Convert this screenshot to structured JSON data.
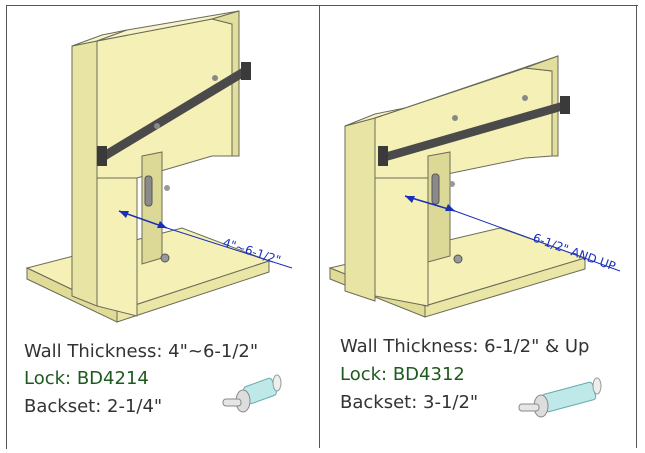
{
  "panels": [
    {
      "dimension_label": "4\"~6-1/2\"",
      "wall_thickness": "Wall Thickness: 4\"~6-1/2\"",
      "lock": "Lock:  BD4214",
      "backset": "Backset: 2-1/4\""
    },
    {
      "dimension_label": "6-1/2\" AND UP",
      "wall_thickness": "Wall Thickness: 6-1/2\" & Up",
      "lock": "Lock: BD4312",
      "backset": "Backset: 3-1/2\""
    }
  ],
  "colors": {
    "wall": "#f4f0b6",
    "wall_shadow": "#e0dc98",
    "outline": "#6b6b5a",
    "track": "#4a4a4a",
    "dimension": "#1a2fb8",
    "lock_text": "#1e5a1e"
  }
}
